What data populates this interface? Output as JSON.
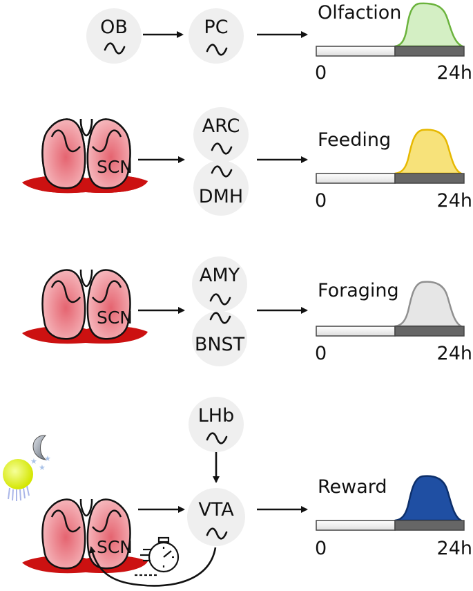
{
  "colors": {
    "olfaction": "#6bb33d",
    "feeding": "#e6b800",
    "foraging": "#909090",
    "reward": "#1f4fa3",
    "scn_lobe": "#f3aab0",
    "scn_base": "#cc1111",
    "node_bg": "#efefef",
    "light_bar": "#eeeeee",
    "dark_bar": "#666666"
  },
  "rows": [
    {
      "title": "Olfaction",
      "nodes": [
        "OB",
        "PC"
      ],
      "axis_start": "0",
      "axis_end": "24h",
      "color_key": "olfaction"
    },
    {
      "title": "Feeding",
      "scn_label": "SCN",
      "nodes": [
        "ARC",
        "DMH"
      ],
      "axis_start": "0",
      "axis_end": "24h",
      "color_key": "feeding"
    },
    {
      "title": "Foraging",
      "scn_label": "SCN",
      "nodes": [
        "AMY",
        "BNST"
      ],
      "axis_start": "0",
      "axis_end": "24h",
      "color_key": "foraging"
    },
    {
      "title": "Reward",
      "scn_label": "SCN",
      "nodes": [
        "LHb",
        "VTA"
      ],
      "axis_start": "0",
      "axis_end": "24h",
      "color_key": "reward"
    }
  ],
  "icons": [
    "sun-icon",
    "moon-icon",
    "stars-icon",
    "stopwatch-icon"
  ]
}
